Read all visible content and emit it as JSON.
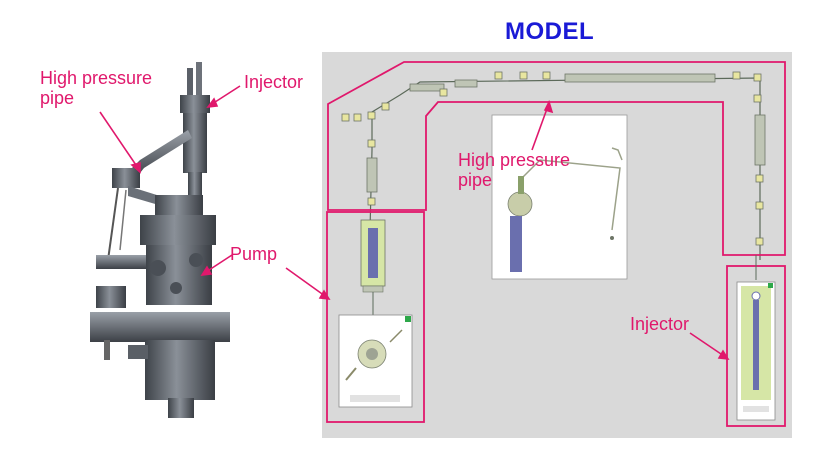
{
  "title": "MODEL",
  "labels": {
    "hp_pipe_left": "High pressure\npipe",
    "injector_left": "Injector",
    "pump": "Pump",
    "hp_pipe_right": "High pressure\npipe",
    "injector_right": "Injector"
  },
  "colors": {
    "title": "#1a1ad6",
    "callout": "#e0186c",
    "panel": "#d9d9d9",
    "component": "#c2c9b0",
    "highlight": "#d6e6a6"
  }
}
